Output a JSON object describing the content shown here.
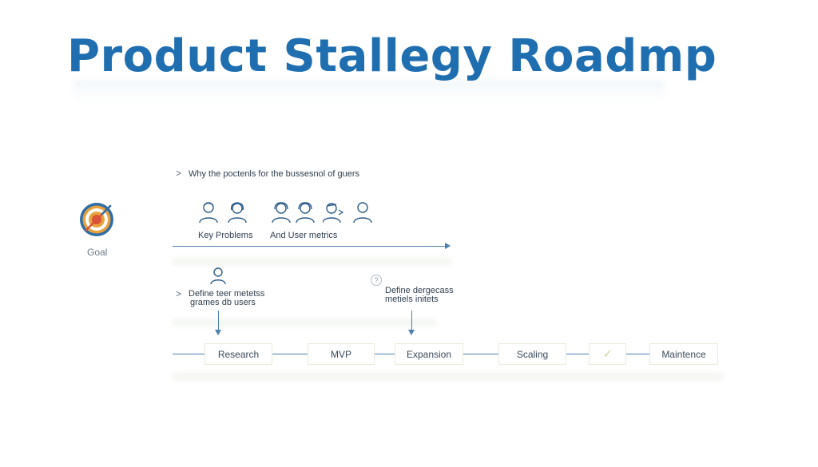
{
  "title": "Product Stallegy Roadmp",
  "goal": {
    "label": "Goal",
    "icon": "target-icon"
  },
  "top_section": {
    "chevron": ">",
    "heading": "Why the poctenls for the bussesnol of guers",
    "label_left": "Key Problems",
    "label_right": "And User metrics",
    "icons": [
      "user-icon",
      "woman-icon",
      "support-agent-icon",
      "support-agent-icon",
      "user-presenter-icon",
      "user-icon"
    ]
  },
  "middle_section": {
    "chevron": ">",
    "left_text_1": "Define teer metetss",
    "left_text_2": "grames db users",
    "right_icon_text": "?",
    "right_text_1": "Define dergecass",
    "right_text_2": "metiels initets"
  },
  "timeline": {
    "stages": [
      {
        "label": "Research"
      },
      {
        "label": "MVP"
      },
      {
        "label": "Expansion"
      },
      {
        "label": "Scaling"
      },
      {
        "label": "✓"
      },
      {
        "label": "Maintence"
      }
    ]
  },
  "colors": {
    "title": "#1f6fb0",
    "line": "#4a7fb0",
    "goal_orange": "#e8a23a",
    "goal_blue": "#2f6ea8",
    "goal_red": "#d9533a"
  }
}
